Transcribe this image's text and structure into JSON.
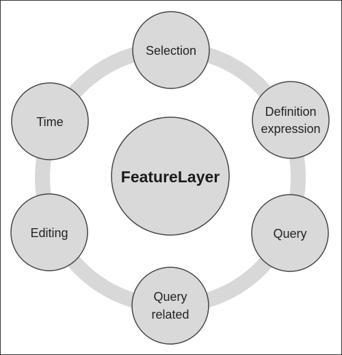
{
  "diagram": {
    "center": {
      "label": "FeatureLayer"
    },
    "nodes": [
      {
        "id": "selection",
        "lines": [
          "Selection"
        ]
      },
      {
        "id": "definition-expression",
        "lines": [
          "Definition",
          "expression"
        ]
      },
      {
        "id": "query",
        "lines": [
          "Query"
        ]
      },
      {
        "id": "query-related",
        "lines": [
          "Query",
          "related"
        ]
      },
      {
        "id": "editing",
        "lines": [
          "Editing"
        ]
      },
      {
        "id": "time",
        "lines": [
          "Time"
        ]
      }
    ],
    "colors": {
      "ring": "#d8d8d8",
      "circle_fill": "#d9d9d9",
      "circle_stroke": "#444444",
      "border": "#333333"
    }
  }
}
